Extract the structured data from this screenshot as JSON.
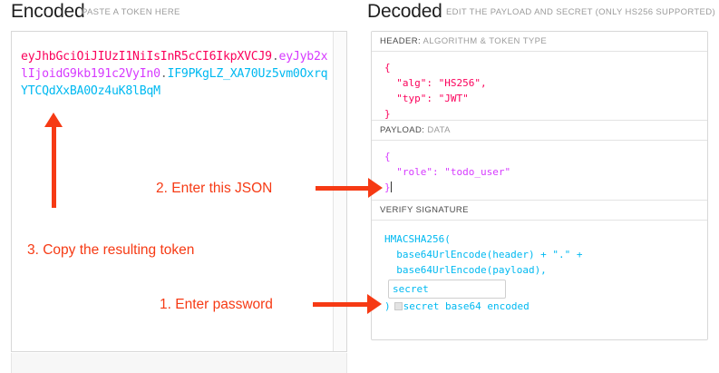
{
  "encoded": {
    "title": "Encoded",
    "subtitle": "PASTE A TOKEN HERE",
    "token": {
      "header": "eyJhbGciOiJIUzI1NiIsInR5cCI6IkpXVCJ9",
      "dot1": ".",
      "payload": "eyJyb2xlIjoidG9kb191c2VyIn0",
      "dot2": ".",
      "signature": "IF9PKgLZ_XA70Uz5vm0OxrqYTCQdXxBA0Oz4uK8lBqM"
    },
    "token_full": "eyJhbGciOiJIUzI1NiIsInR5cCI6IkpXVCJ9.eyJyb2xlIjoidG9kb191c2VyIn0.IF9PKgLZ_XA70Uz5vm0OxrqYTCQdXxBA0Oz4uK8lBqM"
  },
  "decoded": {
    "title": "Decoded",
    "subtitle": "EDIT THE PAYLOAD AND SECRET (ONLY HS256 SUPPORTED)",
    "sections": {
      "header": {
        "label_strong": "HEADER:",
        "label_light": " ALGORITHM & TOKEN TYPE",
        "body": "{\n  \"alg\": \"HS256\",\n  \"typ\": \"JWT\"\n}"
      },
      "payload": {
        "label_strong": "PAYLOAD:",
        "label_light": " DATA",
        "body_line1": "{",
        "body_line2": "  \"role\": \"todo_user\"",
        "body_line3": "}"
      },
      "signature": {
        "label_strong": "VERIFY SIGNATURE",
        "label_light": "",
        "line1": "HMACSHA256(",
        "line2": "  base64UrlEncode(header) + \".\" +",
        "line3": "  base64UrlEncode(payload),",
        "secret_value": "secret",
        "secret_placeholder": "secret",
        "close_paren": ")",
        "checkbox_label": "secret base64 encoded"
      }
    }
  },
  "annotations": {
    "step1": "1. Enter password",
    "step2": "2. Enter this JSON",
    "step3": "3. Copy the resulting token"
  },
  "colors": {
    "jwt_header": "#fb015b",
    "jwt_payload": "#d63aff",
    "jwt_signature": "#00b9f1",
    "annotation": "#f63a14"
  }
}
